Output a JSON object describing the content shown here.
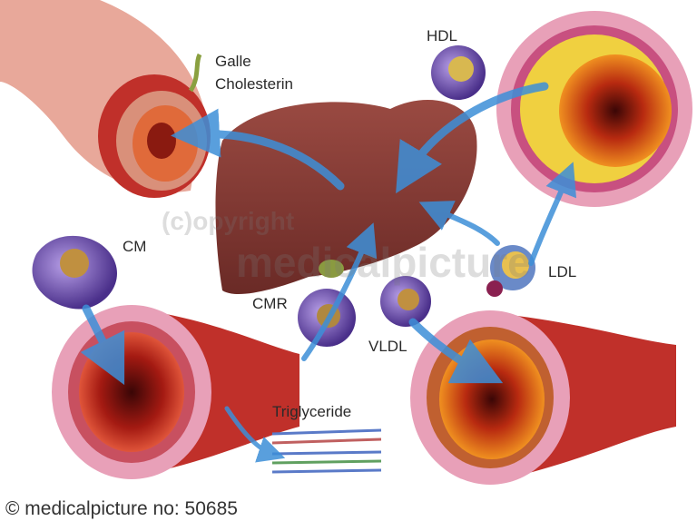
{
  "labels": {
    "galle": "Galle",
    "cholesterin": "Cholesterin",
    "hdl": "HDL",
    "cm": "CM",
    "cmr": "CMR",
    "vldl": "VLDL",
    "ldl": "LDL",
    "triglyceride": "Triglyceride"
  },
  "watermark": {
    "line1": "(c)opyright",
    "line2": "medicalpicture"
  },
  "footer": "© medicalpicture no: 50685",
  "colors": {
    "arrow": "#3d8fd8",
    "liver": "#8a3f38",
    "vessel": "#c0302a",
    "particle": "#6a4fa8"
  }
}
